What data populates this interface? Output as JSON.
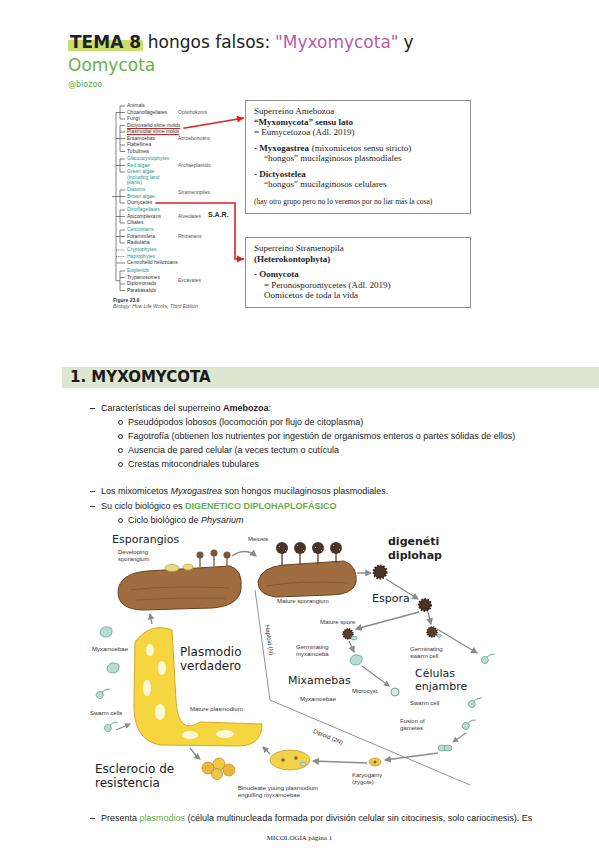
{
  "diagram": {
    "title": "TEMA 8",
    "nodes": [
      {
        "text": [
          "Superreino Amebozoa",
          "“Myxomycota” sensu lato",
          "= Eumycetozoa (Adl. 2019)",
          "- Myxogastrea",
          "(mixomicetos sensu stricto)",
          "“hongos” mucilaginosos plasmodiales",
          "- Dictyostelea",
          "“hongos” mucilaginosos celulares",
          "(hay otro grupo pero no lo veremos por no liar más la cosa)"
        ]
      },
      {
        "text": [
          "Superreino Stramenopila",
          "(Heterokontophyta)",
          "- Oomycota",
          "= Peronosporomycetes (Adl. 2019)",
          "Oomicetos de toda la vida"
        ]
      },
      {
        "text": [
          "1. MYXOMYCOTA"
        ]
      }
    ],
    "labels": [
      "hongos falsos:",
      "\"Myxomycota\"",
      "y",
      "Oomycota",
      "@biozoo",
      "Animals",
      "Choanoflagellates",
      "Fungi",
      "Dictyostelid slime molds",
      "Plasmodial slime molds",
      "Entamoebas",
      "Flabellinea",
      "Tubulinea",
      "Glaucocystophytes",
      "Red algae",
      "Green algae (including land plants)",
      "Diatoms",
      "Brown algae",
      "Oomycetes",
      "Dinoflagellates",
      "Apicomplexans",
      "Ciliates",
      "Cercozoans",
      "Foraminifera",
      "Radiolaria",
      "Cryptophytes",
      "Haptophytes",
      "Centrohelid heliozoans",
      "Euglenids",
      "Trypanosomes",
      "Diplomonads",
      "Parabasalids",
      "Opisthokonts",
      "Amoebozoans",
      "Archaeplastids",
      "Stramenopiles",
      "Alveolates",
      "Rhizarians",
      "S.A.R.",
      "Excavates",
      "Figure 23.9",
      "Biology: How Life Works, Third Edition",
      "Características del superreino",
      "Amebozoa",
      ":",
      "Pseudópodos lobosos (locomoción por flujo de citoplasma)",
      "Fagotrofía (obtienen los nutrientes por ingestión de organismos enteros o partes sólidas de ellos)",
      "Ausencia de pared celular (a veces tectum o cutícula",
      "Crestas mitocondriales tubulares",
      "Los mixomicetos",
      "Myxogastrea",
      "son hongos mucilaginosos plasmodiales.",
      "Su ciclo biológico es",
      "DIGENÉTICO DIPLOHAPLOFÁSICO",
      "Ciclo biológico de",
      "Physarium",
      "Esporangios",
      "Developing sporangium",
      "Meiosis",
      "digenéti",
      "diplohap",
      "Espora",
      "Mature sporangium",
      "Mature spore",
      "Germinating myxamoeba",
      "Germinating swarm cell",
      "Mixamebas",
      "Células enjambre",
      "Haploid (N)",
      "Diploid (2N)",
      "Microcyst",
      "Myxamoebae",
      "Swarm cell",
      "Fusion of gametes",
      "Myxamoebae",
      "Plasmodio verdadero",
      "Swarm cells",
      "Mature plasmodium",
      "Karyogamy (zygote)",
      "Esclerocio de resistencia",
      "Binucleate young plasmodium engulfing myxamoebae",
      "Presenta",
      "plasmodios",
      "(célula multinucleada formada por división celular sin citocinesis, solo cariocinesis). Es",
      "MICOLOGÍA página 1"
    ]
  }
}
